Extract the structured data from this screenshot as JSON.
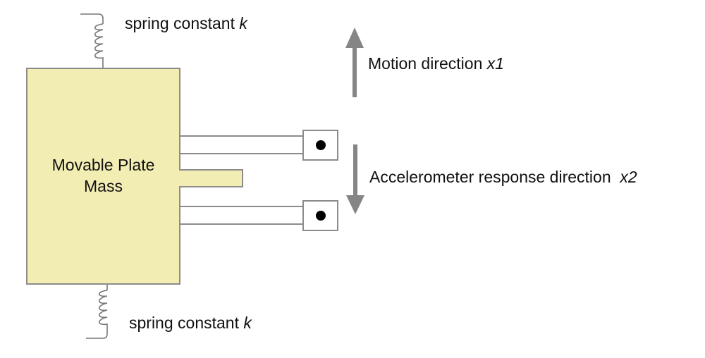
{
  "diagram": {
    "mass": {
      "line1": "Movable Plate",
      "line2": "Mass"
    },
    "spring_top": {
      "label": "spring constant ",
      "symbol": "k"
    },
    "spring_bottom": {
      "label": "spring constant ",
      "symbol": "k"
    },
    "motion": {
      "label": "Motion direction ",
      "symbol": "x1"
    },
    "response": {
      "label": "Accelerometer response direction  ",
      "symbol": "x2"
    },
    "colors": {
      "mass_fill": "#f2eeb3",
      "outline": "#8c8c8c",
      "arrow": "#858585",
      "text": "#111111"
    }
  }
}
